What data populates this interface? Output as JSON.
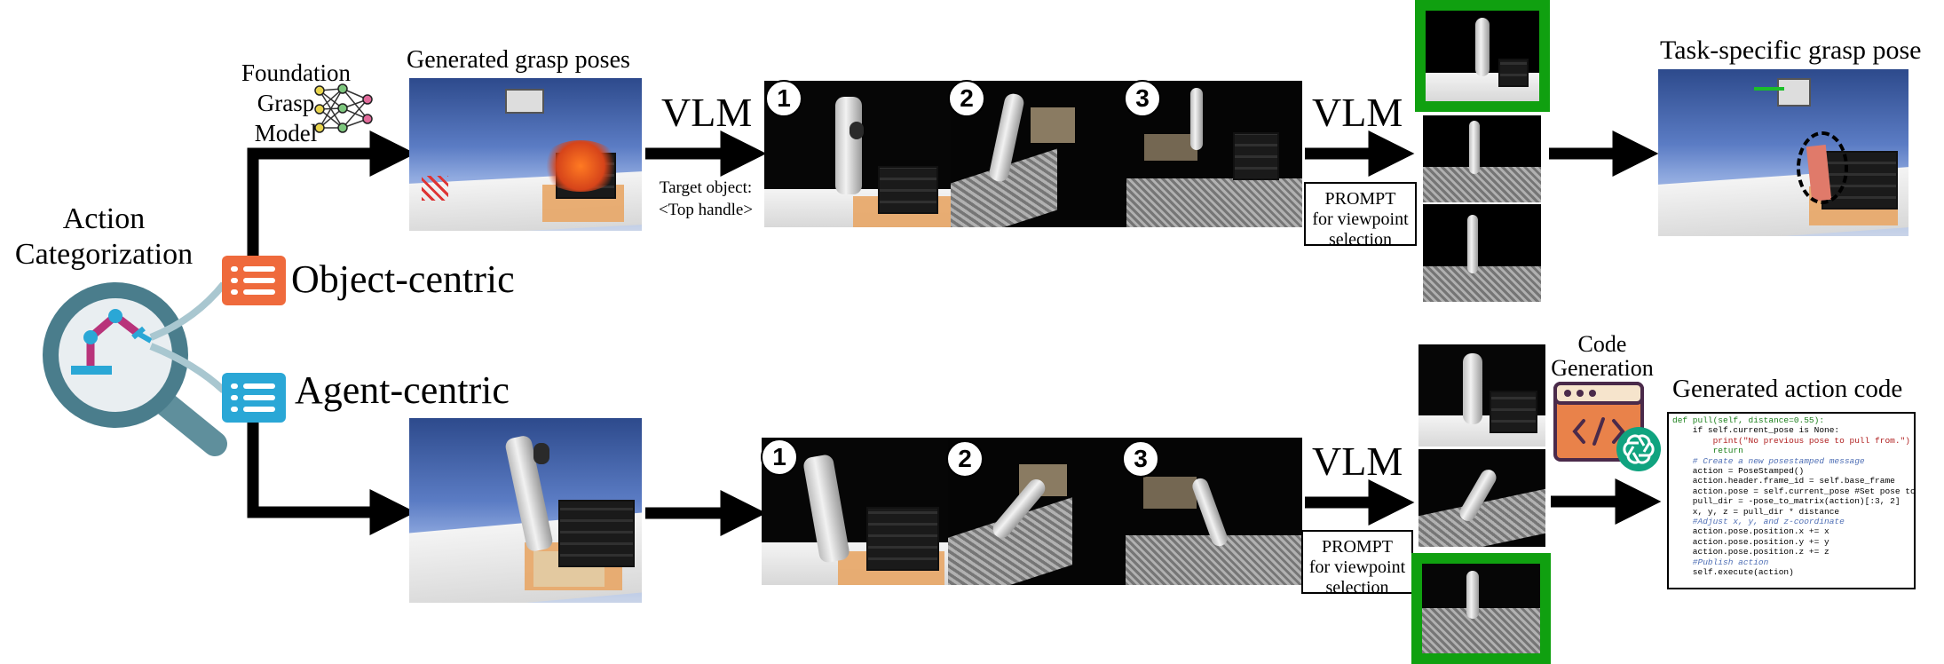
{
  "categorization": {
    "title_line1": "Action",
    "title_line2": "Categorization"
  },
  "categories": {
    "object_centric": "Object-centric",
    "agent_centric": "Agent-centric"
  },
  "foundation_model": {
    "line1": "Foundation",
    "line2": "Grasp",
    "line3": "Model"
  },
  "labels": {
    "generated_grasp_poses": "Generated grasp poses",
    "vlm": "VLM",
    "target_object_line1": "Target object:",
    "target_object_line2": "<Top handle>",
    "task_specific_grasp_pose": "Task-specific grasp pose",
    "code_generation_line1": "Code",
    "code_generation_line2": "Generation",
    "generated_action_code": "Generated action code"
  },
  "prompt": {
    "line1": "PROMPT",
    "line2": "for viewpoint",
    "line3": "selection"
  },
  "viewpoint_numbers": [
    "1",
    "2",
    "3"
  ],
  "code_lines": [
    "def pull(self, distance=0.55):",
    "    if self.current_pose is None:",
    "        print(\"No previous pose to pull from.\")",
    "        return",
    "    # Create a new posestamped message",
    "    action = PoseStamped()",
    "    action.header.frame_id = self.base_frame",
    "    action.pose = self.current_pose #Set pose to current pose",
    "",
    "    pull_dir = -pose_to_matrix(action)[:3, 2]",
    "    x, y, z = pull_dir * distance",
    "",
    "    #Adjust x, y, and z-coordinate",
    "    action.pose.position.x += x",
    "    action.pose.position.y += y",
    "    action.pose.position.z += z",
    "",
    "    #Publish action",
    "    self.execute(action)"
  ],
  "colors": {
    "object_centric_icon": "#ef6a3c",
    "agent_centric_icon": "#2aa7d6",
    "selection_frame": "#10a010",
    "magnifier": "#4a7d8c",
    "code_icon": "#e9824a"
  },
  "icons": [
    "magnifier-robot-arm-icon",
    "neural-network-icon",
    "code-window-icon",
    "openai-logo-icon",
    "list-icon"
  ]
}
